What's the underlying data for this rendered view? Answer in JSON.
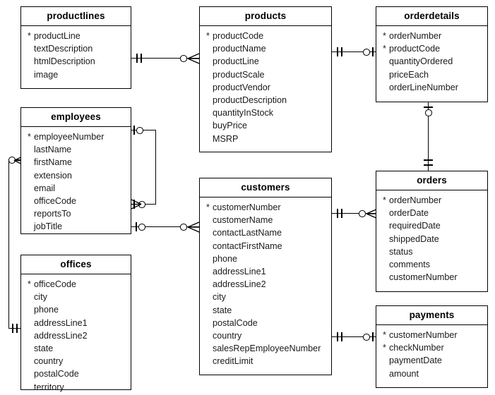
{
  "diagram": {
    "title": "Classic Models database ER diagram",
    "notation": "crow's-foot",
    "pk_marker": "*",
    "background_color": "#ffffff",
    "line_color": "#000000",
    "text_color": "#1a1a1a"
  },
  "entities": [
    {
      "id": "productlines",
      "name": "productlines",
      "fields": [
        {
          "name": "productLine",
          "pk": true
        },
        {
          "name": "textDescription",
          "pk": false
        },
        {
          "name": "htmlDescription",
          "pk": false
        },
        {
          "name": "image",
          "pk": false
        }
      ]
    },
    {
      "id": "products",
      "name": "products",
      "fields": [
        {
          "name": "productCode",
          "pk": true
        },
        {
          "name": "productName",
          "pk": false
        },
        {
          "name": "productLine",
          "pk": false
        },
        {
          "name": "productScale",
          "pk": false
        },
        {
          "name": "productVendor",
          "pk": false
        },
        {
          "name": "productDescription",
          "pk": false
        },
        {
          "name": "quantityInStock",
          "pk": false
        },
        {
          "name": "buyPrice",
          "pk": false
        },
        {
          "name": "MSRP",
          "pk": false
        }
      ]
    },
    {
      "id": "orderdetails",
      "name": "orderdetails",
      "fields": [
        {
          "name": "orderNumber",
          "pk": true
        },
        {
          "name": "productCode",
          "pk": true
        },
        {
          "name": "quantityOrdered",
          "pk": false
        },
        {
          "name": "priceEach",
          "pk": false
        },
        {
          "name": "orderLineNumber",
          "pk": false
        }
      ]
    },
    {
      "id": "employees",
      "name": "employees",
      "fields": [
        {
          "name": "employeeNumber",
          "pk": true
        },
        {
          "name": "lastName",
          "pk": false
        },
        {
          "name": "firstName",
          "pk": false
        },
        {
          "name": "extension",
          "pk": false
        },
        {
          "name": "email",
          "pk": false
        },
        {
          "name": "officeCode",
          "pk": false
        },
        {
          "name": "reportsTo",
          "pk": false
        },
        {
          "name": "jobTitle",
          "pk": false
        }
      ]
    },
    {
      "id": "customers",
      "name": "customers",
      "fields": [
        {
          "name": "customerNumber",
          "pk": true
        },
        {
          "name": "customerName",
          "pk": false
        },
        {
          "name": "contactLastName",
          "pk": false
        },
        {
          "name": "contactFirstName",
          "pk": false
        },
        {
          "name": "phone",
          "pk": false
        },
        {
          "name": "addressLine1",
          "pk": false
        },
        {
          "name": "addressLine2",
          "pk": false
        },
        {
          "name": "city",
          "pk": false
        },
        {
          "name": "state",
          "pk": false
        },
        {
          "name": "postalCode",
          "pk": false
        },
        {
          "name": "country",
          "pk": false
        },
        {
          "name": "salesRepEmployeeNumber",
          "pk": false
        },
        {
          "name": "creditLimit",
          "pk": false
        }
      ]
    },
    {
      "id": "orders",
      "name": "orders",
      "fields": [
        {
          "name": "orderNumber",
          "pk": true
        },
        {
          "name": "orderDate",
          "pk": false
        },
        {
          "name": "requiredDate",
          "pk": false
        },
        {
          "name": "shippedDate",
          "pk": false
        },
        {
          "name": "status",
          "pk": false
        },
        {
          "name": "comments",
          "pk": false
        },
        {
          "name": "customerNumber",
          "pk": false
        }
      ]
    },
    {
      "id": "offices",
      "name": "offices",
      "fields": [
        {
          "name": "officeCode",
          "pk": true
        },
        {
          "name": "city",
          "pk": false
        },
        {
          "name": "phone",
          "pk": false
        },
        {
          "name": "addressLine1",
          "pk": false
        },
        {
          "name": "addressLine2",
          "pk": false
        },
        {
          "name": "state",
          "pk": false
        },
        {
          "name": "country",
          "pk": false
        },
        {
          "name": "postalCode",
          "pk": false
        },
        {
          "name": "territory",
          "pk": false
        }
      ]
    },
    {
      "id": "payments",
      "name": "payments",
      "fields": [
        {
          "name": "customerNumber",
          "pk": true
        },
        {
          "name": "checkNumber",
          "pk": true
        },
        {
          "name": "paymentDate",
          "pk": false
        },
        {
          "name": "amount",
          "pk": false
        }
      ]
    }
  ],
  "relationships": [
    {
      "id": "productlines-products",
      "from": "productlines",
      "to": "products",
      "from_cardinality": "one-and-only-one",
      "to_cardinality": "zero-or-many"
    },
    {
      "id": "products-orderdetails",
      "from": "products",
      "to": "orderdetails",
      "from_cardinality": "one-and-only-one",
      "to_cardinality": "zero-or-one"
    },
    {
      "id": "orderdetails-orders",
      "from": "orderdetails",
      "to": "orders",
      "from_cardinality": "zero-or-one",
      "to_cardinality": "one-and-only-one"
    },
    {
      "id": "employees-employees",
      "from": "employees",
      "to": "employees",
      "from_cardinality": "zero-or-one",
      "to_cardinality": "zero-or-many"
    },
    {
      "id": "employees-customers",
      "from": "employees",
      "to": "customers",
      "from_cardinality": "zero-or-one",
      "to_cardinality": "zero-or-many"
    },
    {
      "id": "customers-orders",
      "from": "customers",
      "to": "orders",
      "from_cardinality": "one-and-only-one",
      "to_cardinality": "zero-or-many"
    },
    {
      "id": "customers-payments",
      "from": "customers",
      "to": "payments",
      "from_cardinality": "one-and-only-one",
      "to_cardinality": "zero-or-one"
    },
    {
      "id": "offices-employees",
      "from": "offices",
      "to": "employees",
      "from_cardinality": "one-and-only-one",
      "to_cardinality": "zero-or-many"
    }
  ]
}
